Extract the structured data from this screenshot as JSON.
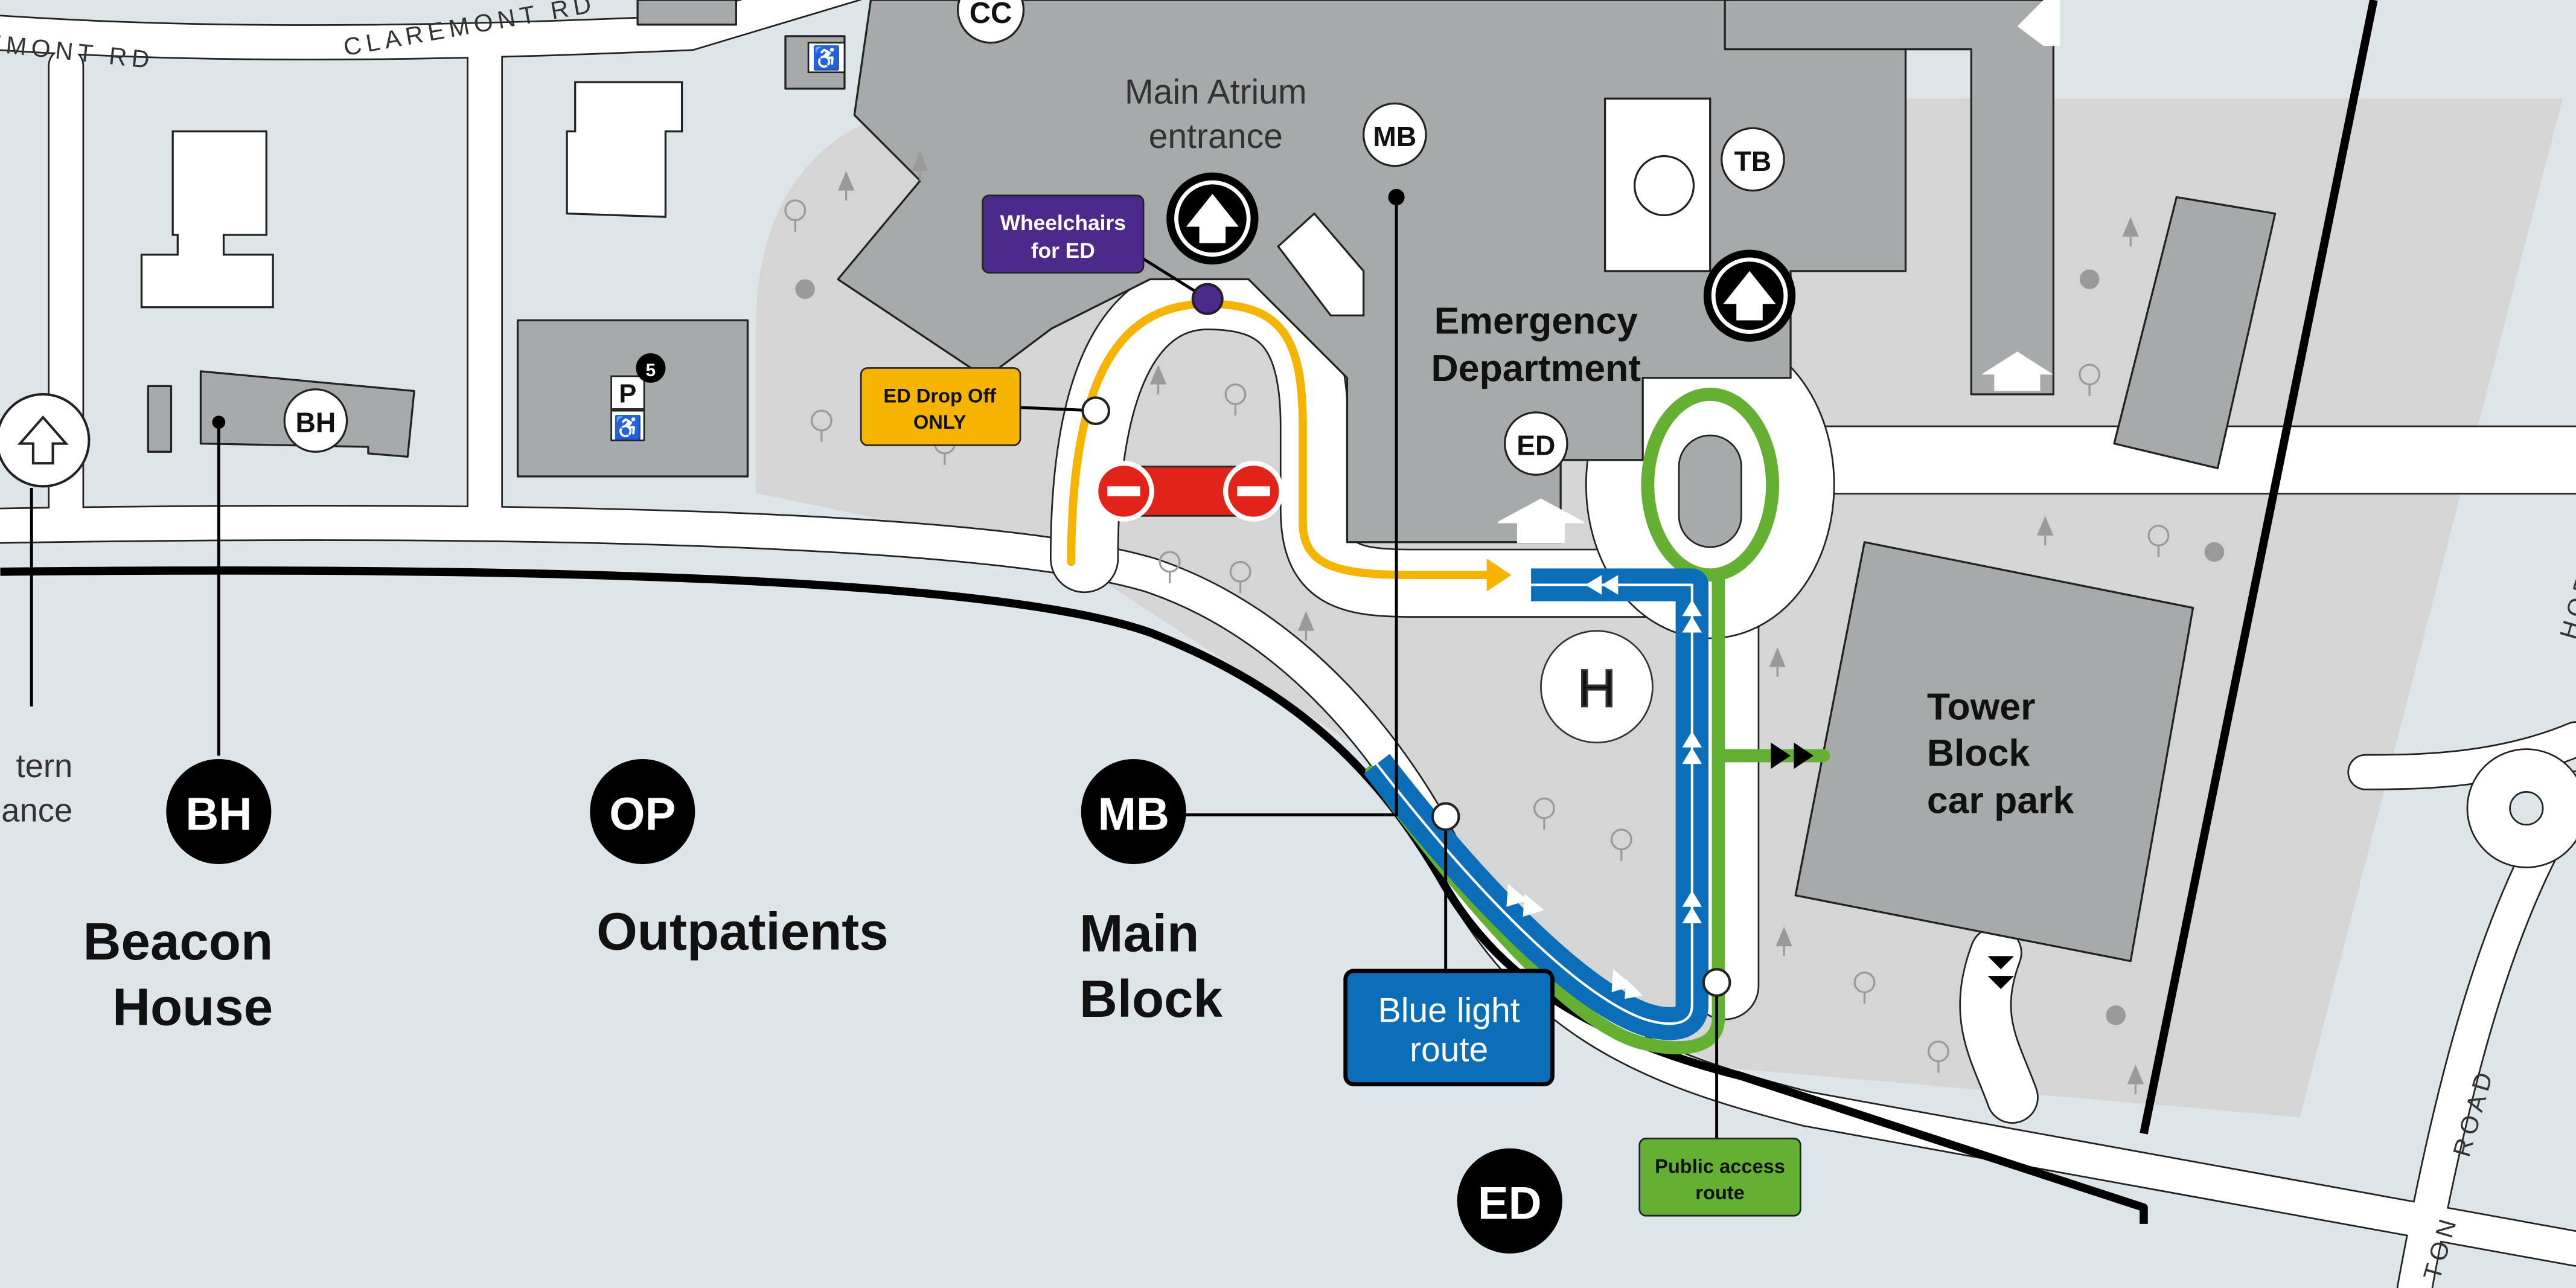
{
  "streets": {
    "claremont_1": "EMONT RD",
    "claremont_2": "CLAREMONT RD",
    "road_right": "ROAD",
    "road_right_2": "TON",
    "hort": "HORT"
  },
  "buildings": {
    "main_atrium": [
      "Main Atrium",
      "entrance"
    ],
    "emergency_dept": [
      "Emergency",
      "Department"
    ],
    "tower_block_car_park": [
      "Tower",
      "Block",
      "car park"
    ],
    "beacon_house": [
      "Beacon",
      "House"
    ],
    "outpatients": "Outpatients",
    "main_block": [
      "Main",
      "Block"
    ],
    "western_entrance_partial": [
      "tern",
      "ance"
    ]
  },
  "circle_badges": {
    "cc": "CC",
    "mb": "MB",
    "tb": "TB",
    "bh": "BH",
    "ed": "ED"
  },
  "big_badges": {
    "bh": "BH",
    "op": "OP",
    "mb": "MB",
    "ed": "ED"
  },
  "callouts": {
    "wheelchairs": [
      "Wheelchairs",
      "for ED"
    ],
    "ed_drop_off": [
      "ED Drop Off",
      "ONLY"
    ],
    "blue_light": [
      "Blue light",
      "route"
    ],
    "public_access": [
      "Public access",
      "route"
    ]
  },
  "symbols": {
    "parking": "P",
    "parking_number": "5",
    "helipad": "H"
  },
  "colors": {
    "background": "#dde5e8",
    "road": "#ffffff",
    "building": "#a7aaab",
    "grounds": "#d5d5d5",
    "ed_drop_off_route": "#f5b400",
    "blue_light_route": "#0c6db8",
    "public_access_route": "#63b032",
    "no_entry": "#e2231a",
    "wheelchair_callout": "#4b2a8a",
    "badge": "#000000"
  },
  "icons": [
    "up-arrow-icon",
    "wheelchair-icon",
    "no-entry-icon",
    "parking-icon",
    "helipad-icon",
    "chevron-icon",
    "tree-icon"
  ]
}
